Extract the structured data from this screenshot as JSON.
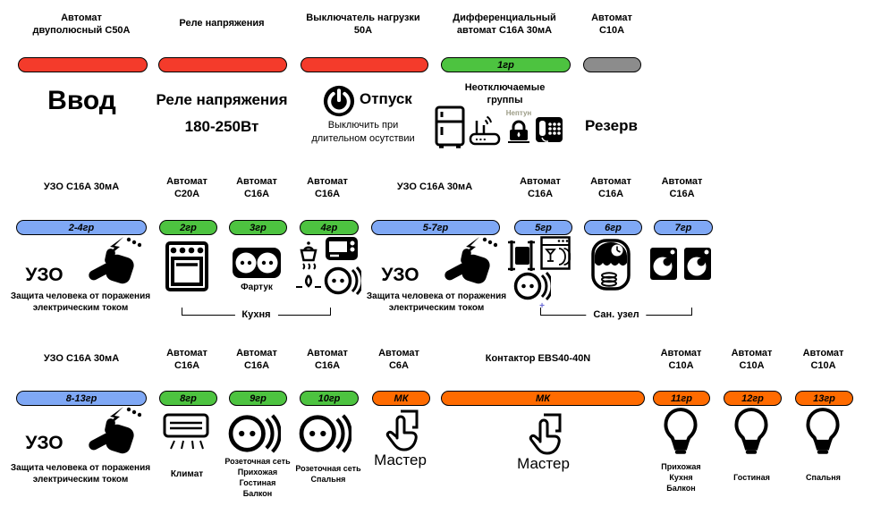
{
  "colors": {
    "bar_red": "#F43B2B",
    "bar_green": "#4DC340",
    "bar_blue": "#7FA8F5",
    "bar_orange": "#FF6B00",
    "bar_gray": "#8C8C8C"
  },
  "top": {
    "c1": {
      "label": "Автомат\nдвуполюсный C50A",
      "title": "Ввод"
    },
    "c2": {
      "label": "Реле напряжения",
      "title": "Реле напряжения\n180-250Вт"
    },
    "c3": {
      "label": "Выключатель нагрузки\n50A",
      "title": "Отпуск",
      "note": "Выключить при\nдлительном осутствии"
    },
    "c4": {
      "label": "Дифференциальный\nавтомат C16A 30мА",
      "bar": "1гр",
      "title": "Неотключаемые\nгруппы",
      "neptun": "Нептун"
    },
    "c5": {
      "label": "Автомат\nC10A",
      "title": "Резерв"
    }
  },
  "mid": {
    "uzo1": {
      "label": "УЗО C16A 30мА",
      "bar": "2-4гр",
      "uzo": "УЗО",
      "caption": "Защита человека от поражения\nэлектрическим током"
    },
    "g2": {
      "label": "Автомат\nC20A",
      "bar": "2гр"
    },
    "g3": {
      "label": "Автомат\nC16A",
      "bar": "3гр",
      "caption": "Фартук"
    },
    "g4": {
      "label": "Автомат\nC16A",
      "bar": "4гр"
    },
    "kitchen": "Кухня",
    "uzo2": {
      "label": "УЗО C16A 30мА",
      "bar": "5-7гр",
      "uzo": "УЗО",
      "caption": "Защита человека от поражения\nэлектрическим током"
    },
    "g5": {
      "label": "Автомат\nC16A",
      "bar": "5гр",
      "plus": "+"
    },
    "g6": {
      "label": "Автомат\nC16A",
      "bar": "6гр"
    },
    "g7": {
      "label": "Автомат\nC16A",
      "bar": "7гр"
    },
    "san": "Сан. узел"
  },
  "bot": {
    "uzo3": {
      "label": "УЗО C16A 30мА",
      "bar": "8-13гр",
      "uzo": "УЗО",
      "caption": "Защита человека от поражения\nэлектрическим током"
    },
    "g8": {
      "label": "Автомат\nC16A",
      "bar": "8гр",
      "caption": "Климат"
    },
    "g9": {
      "label": "Автомат\nC16A",
      "bar": "9гр",
      "caption": "Розеточная сеть\nПрихожая\nГостиная\nБалкон"
    },
    "g10": {
      "label": "Автомат\nC16A",
      "bar": "10гр",
      "caption": "Розеточная сеть\nСпальня"
    },
    "m1": {
      "label": "Автомат\nC6A",
      "bar": "МК",
      "caption": "Мастер"
    },
    "m2": {
      "label": "Контактор EBS40-40N",
      "bar": "МК",
      "caption": "Мастер"
    },
    "g11": {
      "label": "Автомат\nC10A",
      "bar": "11гр",
      "caption": "Прихожая\nКухня\nБалкон"
    },
    "g12": {
      "label": "Автомат\nC10A",
      "bar": "12гр",
      "caption": "Гостиная"
    },
    "g13": {
      "label": "Автомат\nC10A",
      "bar": "13гр",
      "caption": "Спальня"
    }
  }
}
